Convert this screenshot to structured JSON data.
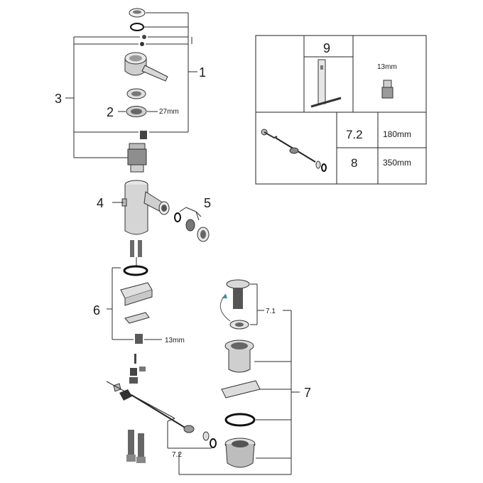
{
  "callouts": {
    "c1": "1",
    "c2": "2",
    "c3": "3",
    "c4": "4",
    "c5": "5",
    "c6": "6",
    "c7": "7",
    "c71": "7.1",
    "c72": "7.2"
  },
  "dimensions": {
    "nut_27": "27mm",
    "hex_13_main": "13mm",
    "hex_13_box": "13mm"
  },
  "inset": {
    "tool_number": "9",
    "rod_label_a": "7.2",
    "rod_length_a": "180mm",
    "rod_label_b": "8",
    "rod_length_b": "350mm"
  },
  "colors": {
    "line": "#2a2a2a",
    "part_fill": "#d9d9d9",
    "part_dark": "#8a8a8a",
    "seal": "#111111"
  }
}
